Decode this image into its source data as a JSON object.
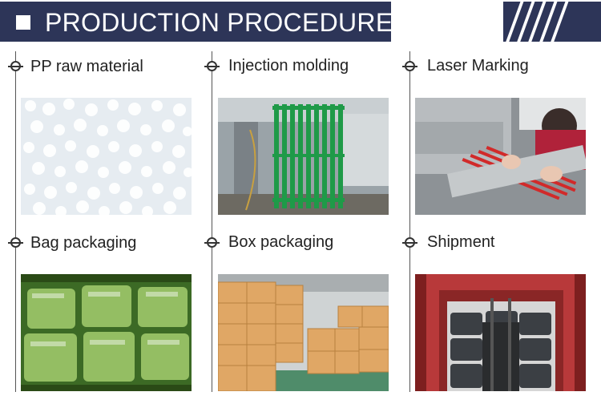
{
  "header": {
    "title": "PRODUCTION PROCEDURE"
  },
  "steps": [
    {
      "label": "PP raw material"
    },
    {
      "label": "Injection molding"
    },
    {
      "label": "Laser Marking"
    },
    {
      "label": "Bag packaging"
    },
    {
      "label": "Box packaging"
    },
    {
      "label": "Shipment"
    }
  ],
  "colors": {
    "banner": "#2d3558",
    "text": "#222222"
  }
}
